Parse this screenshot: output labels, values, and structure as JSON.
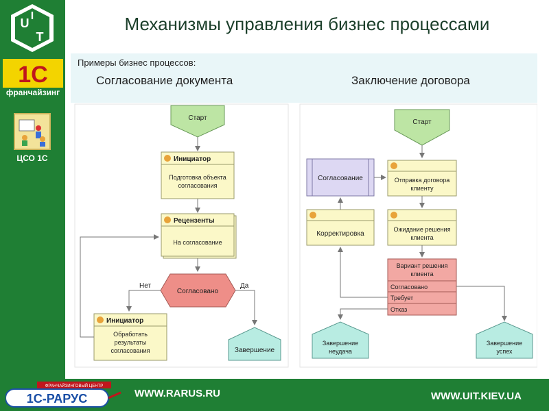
{
  "title": "Механизмы управления бизнес процессами",
  "examples_label": "Примеры бизнес процессов:",
  "left_title": "Согласование документа",
  "right_title": "Заключение договора",
  "sidebar": {
    "uit_logo_letters": [
      "U",
      "I",
      "T"
    ],
    "logo_1c": "1С",
    "franchise": "франчайзинг",
    "cso": "ЦСО 1С"
  },
  "left_diagram": {
    "start": "Старт",
    "initiator1_title": "Инициатор",
    "initiator1_body": [
      "Подготовка объекта",
      "согласования"
    ],
    "reviewers_title": "Рецензенты",
    "reviewers_body": "На согласование",
    "decision": "Согласовано",
    "no": "Нет",
    "yes": "Да",
    "initiator2_title": "Инициатор",
    "initiator2_body": [
      "Обработать",
      "результаты",
      "согласования"
    ],
    "end": "Завершение"
  },
  "right_diagram": {
    "start": "Старт",
    "approval": "Согласование",
    "send_title": "",
    "send_body": [
      "Отправка договора",
      "клиенту"
    ],
    "correction": "Корректировка",
    "wait_body": [
      "Ожидание решения",
      "клиента"
    ],
    "variant_title": [
      "Вариант решения",
      "клиента"
    ],
    "options": [
      "Согласовано",
      "Требует",
      "Отказ"
    ],
    "end_fail": [
      "Завершение",
      "неудача"
    ],
    "end_success": [
      "Завершение",
      "успех"
    ]
  },
  "footer": {
    "rarus_logo": "1С-РАРУС",
    "rarus_badge": "ФРАНЧАЙЗИНГОВЫЙ ЦЕНТР",
    "rarus_url": "WWW.RARUS.RU",
    "uit_url": "WWW.UIT.KIEV.UA"
  },
  "colors": {
    "green": "#1f7f34",
    "start": "#bde5a4",
    "task": "#fbf8c8",
    "end": "#b8ece2",
    "decision": "#ee8e88",
    "subprocess": "#ddd8f3",
    "variant": "#f2a8a3"
  }
}
